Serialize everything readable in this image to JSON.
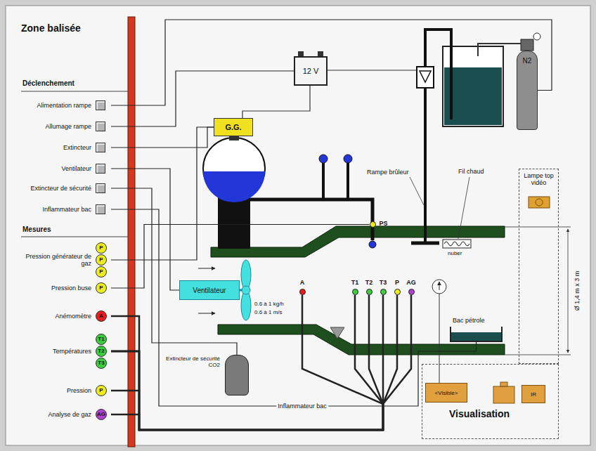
{
  "diagram": {
    "title": "Zone balisée",
    "nodes": [
      {
        "text": [
          "Alimentation rampe"
        ]
      },
      {
        "text": [
          "Allumage rampe"
        ]
      },
      {
        "text": [
          "Extincteur"
        ]
      },
      {
        "text": [
          "Ventilateur"
        ]
      },
      {
        "text": [
          "Extincteur de sécurité"
        ]
      },
      {
        "text": [
          "Inflammateur bac"
        ]
      },
      {
        "text": [
          "Pression générateur de gaz",
          "P",
          "P",
          "P"
        ]
      },
      {
        "text": [
          "Pression buse",
          "P"
        ]
      },
      {
        "text": [
          "Anémomètre",
          "A"
        ]
      },
      {
        "text": [
          "Températures",
          "T1",
          "T2",
          "T3"
        ]
      },
      {
        "text": [
          "Pression",
          "P"
        ]
      },
      {
        "text": [
          "Analyse de gaz",
          "AG"
        ]
      },
      {
        "text": [
          "12 V"
        ]
      },
      {
        "text": [
          "N2"
        ]
      },
      {
        "text": [
          "G.G."
        ]
      },
      {
        "text": [
          "Ventilateur"
        ]
      },
      {
        "text": [
          "Extincteur de sécurité CO2"
        ]
      },
      {
        "text": [
          "Bac pétrole"
        ]
      },
      {
        "text": [
          "Lampe top vidéo"
        ]
      },
      {
        "text": [
          "Visualisation"
        ]
      },
      {
        "text": [
          "<Visible>"
        ],
        "in": 19
      },
      {
        "text": [
          "IR"
        ],
        "in": 19
      },
      {
        "text": [
          "A"
        ]
      },
      {
        "text": [
          "T1"
        ]
      },
      {
        "text": [
          "T2"
        ]
      },
      {
        "text": [
          "T3"
        ]
      },
      {
        "text": [
          "P"
        ]
      },
      {
        "text": [
          "AG"
        ]
      },
      {
        "text": [
          "PS"
        ]
      }
    ],
    "edges": [
      {
        "from": 0,
        "to": 13,
        "arrow": "none"
      },
      {
        "from": 1,
        "to": 12,
        "arrow": "none"
      },
      {
        "from": 2,
        "to": 14,
        "arrow": "none"
      },
      {
        "from": 3,
        "to": 15,
        "arrow": "none"
      },
      {
        "from": 4,
        "to": 16,
        "arrow": "none"
      },
      {
        "from": 5,
        "to": 17,
        "label": "Inflammateur bac",
        "arrow": "none"
      },
      {
        "from": 6,
        "to": 14,
        "arrow": "none"
      },
      {
        "from": 7,
        "to": 28,
        "arrow": "none"
      },
      {
        "from": 8,
        "to": 22,
        "arrow": "none"
      },
      {
        "from": 9,
        "to": 23,
        "arrow": "none"
      },
      {
        "from": 9,
        "to": 24,
        "arrow": "none"
      },
      {
        "from": 9,
        "to": 25,
        "arrow": "none"
      },
      {
        "from": 10,
        "to": 26,
        "arrow": "none"
      },
      {
        "from": 11,
        "to": 27,
        "arrow": "none"
      }
    ],
    "labels": [
      "Déclenchement",
      "Mesures",
      "Rampe brûleur",
      "Fil chaud",
      "nuber",
      "0.6 à 1 kg/h",
      "0.6 à 1 m/s",
      "Ø 1,4 m x 3 m"
    ]
  }
}
